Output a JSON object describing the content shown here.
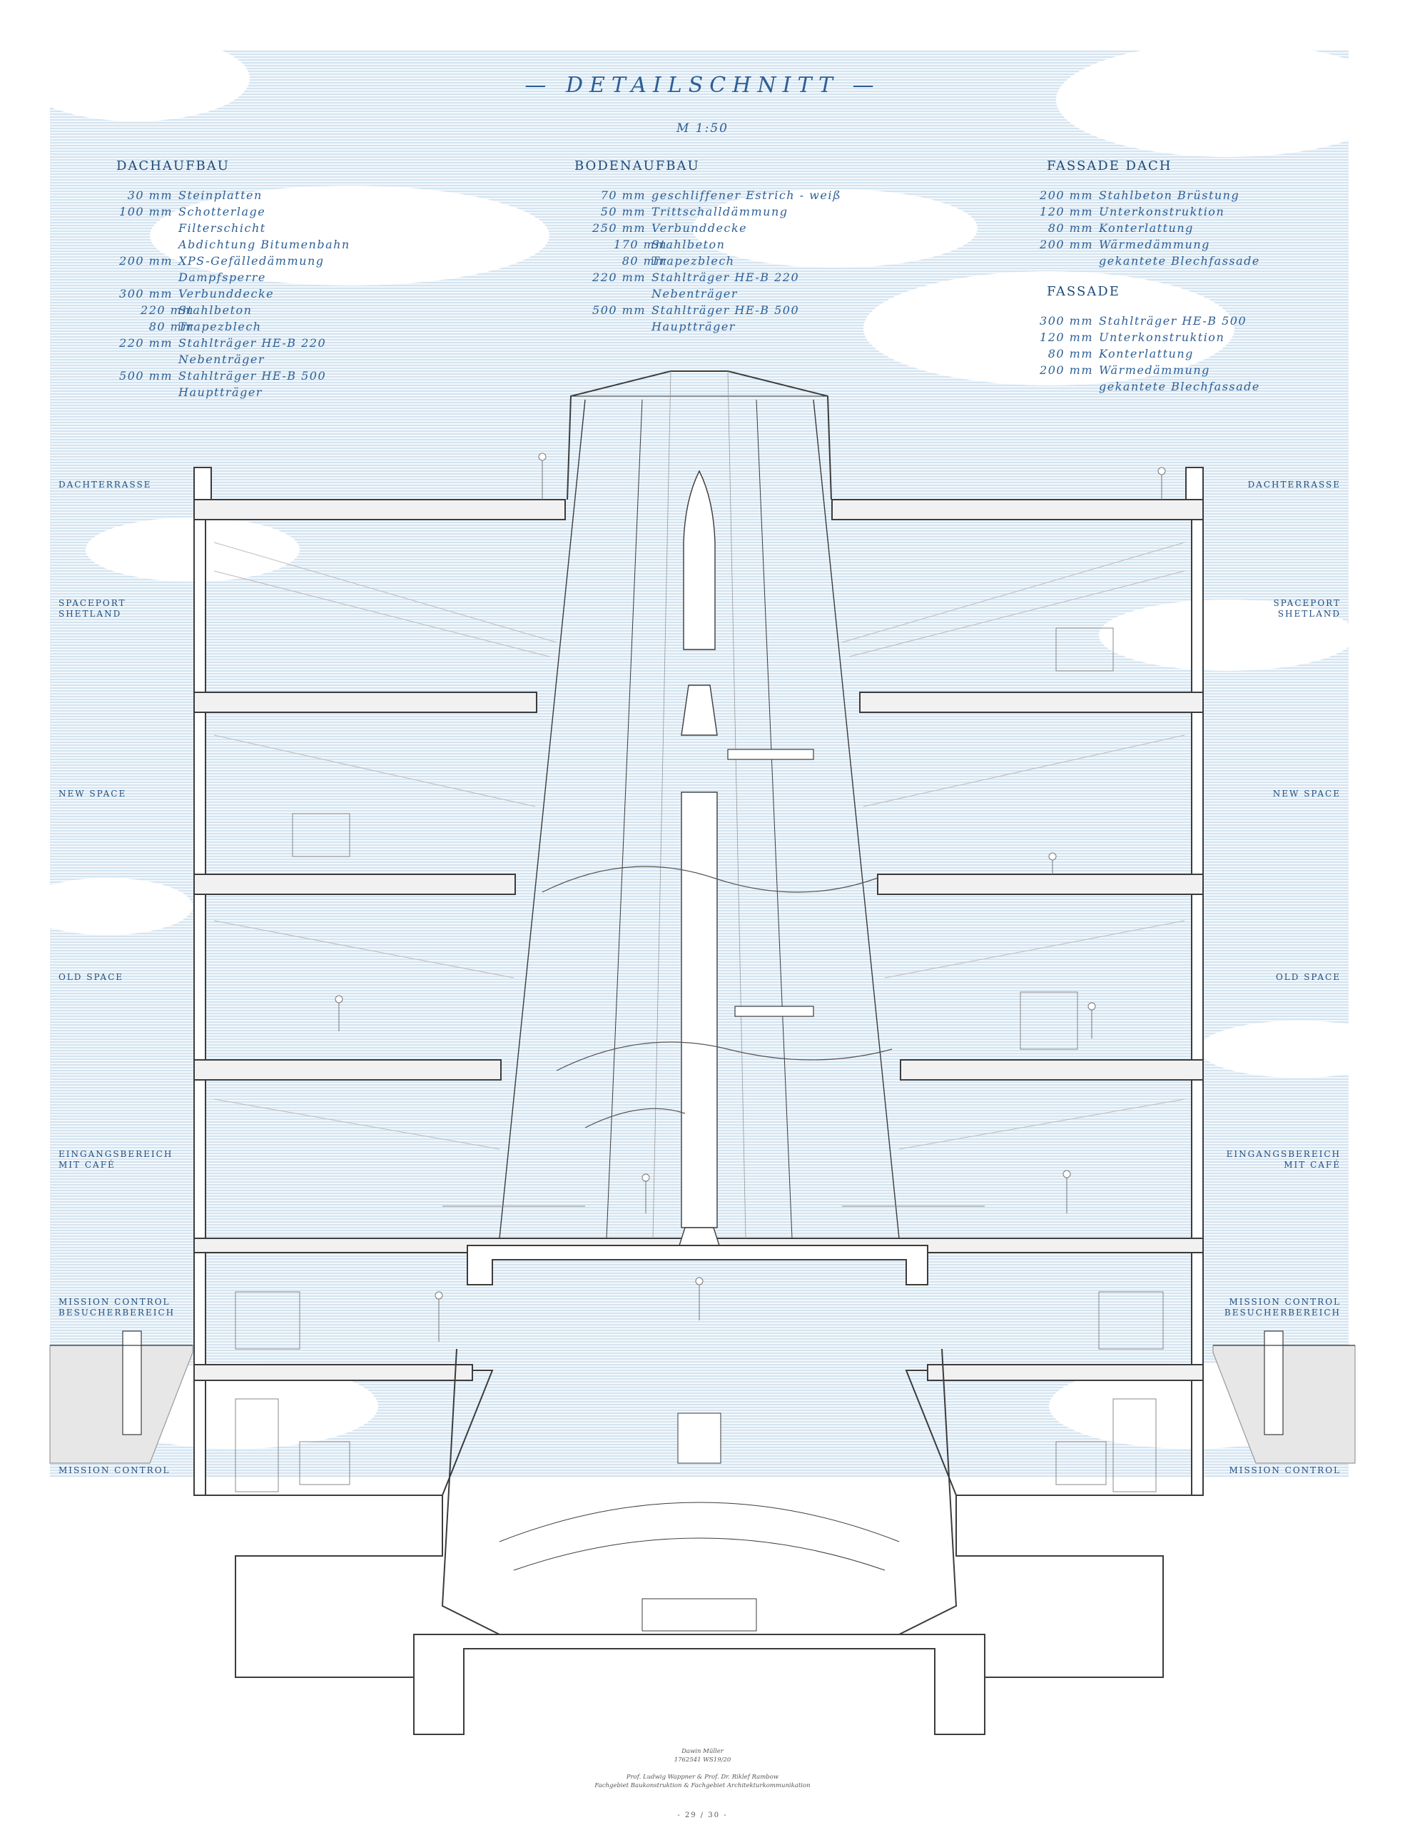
{
  "title": "— DETAILSCHNITT —",
  "scale": "M 1:50",
  "sections": [
    {
      "heading": "DACHAUFBAU",
      "items": [
        {
          "t": "30 mm",
          "d": "Steinplatten"
        },
        {
          "t": "100 mm",
          "d": "Schotterlage"
        },
        {
          "t": "",
          "d": "Filterschicht"
        },
        {
          "t": "",
          "d": "Abdichtung Bitumenbahn"
        },
        {
          "t": "200 mm",
          "d": "XPS-Gefälledämmung"
        },
        {
          "t": "",
          "d": "Dampfsperre"
        },
        {
          "t": "300 mm",
          "d": "Verbunddecke"
        },
        {
          "t": "220 mm",
          "d": "Stahlbeton",
          "indent": true
        },
        {
          "t": "80 mm",
          "d": "Trapezblech",
          "indent": true
        },
        {
          "t": "220 mm",
          "d": "Stahlträger HE-B 220"
        },
        {
          "t": "",
          "d": "Nebenträger"
        },
        {
          "t": "500 mm",
          "d": "Stahlträger HE-B 500"
        },
        {
          "t": "",
          "d": "Hauptträger"
        }
      ]
    },
    {
      "heading": "BODENAUFBAU",
      "items": [
        {
          "t": "70 mm",
          "d": "geschliffener Estrich - weiß"
        },
        {
          "t": "50 mm",
          "d": "Trittschalldämmung"
        },
        {
          "t": "250 mm",
          "d": "Verbunddecke"
        },
        {
          "t": "170 mm",
          "d": "Stahlbeton",
          "indent": true
        },
        {
          "t": "80 mm",
          "d": "Trapezblech",
          "indent": true
        },
        {
          "t": "220 mm",
          "d": "Stahlträger HE-B 220"
        },
        {
          "t": "",
          "d": "Nebenträger"
        },
        {
          "t": "500 mm",
          "d": "Stahlträger HE-B 500"
        },
        {
          "t": "",
          "d": "Hauptträger"
        }
      ]
    },
    {
      "heading": "FASSADE DACH",
      "items": [
        {
          "t": "200 mm",
          "d": "Stahlbeton Brüstung"
        },
        {
          "t": "120 mm",
          "d": "Unterkonstruktion"
        },
        {
          "t": "80 mm",
          "d": "Konterlattung"
        },
        {
          "t": "200 mm",
          "d": "Wärmedämmung"
        },
        {
          "t": "",
          "d": "gekantete Blechfassade"
        }
      ]
    },
    {
      "heading": "FASSADE",
      "items": [
        {
          "t": "300 mm",
          "d": "Stahlträger HE-B 500"
        },
        {
          "t": "120 mm",
          "d": "Unterkonstruktion"
        },
        {
          "t": "80 mm",
          "d": "Konterlattung"
        },
        {
          "t": "200 mm",
          "d": "Wärmedämmung"
        },
        {
          "t": "",
          "d": "gekantete Blechfassade"
        }
      ]
    }
  ],
  "levels": [
    {
      "line1": "DACHTERRASSE",
      "line2": ""
    },
    {
      "line1": "SPACEPORT",
      "line2": "SHETLAND"
    },
    {
      "line1": "NEW SPACE",
      "line2": ""
    },
    {
      "line1": "OLD SPACE",
      "line2": ""
    },
    {
      "line1": "EINGANGSBEREICH",
      "line2": "MIT CAFÉ"
    },
    {
      "line1": "MISSION CONTROL",
      "line2": "BESUCHERBEREICH"
    },
    {
      "line1": "MISSION CONTROL",
      "line2": ""
    }
  ],
  "credits": {
    "author": "Dawin Müller",
    "id": "1762541 WS19/20",
    "professors": "Prof. Ludwig Wappner & Prof. Dr. Riklef Rambow",
    "department": "Fachgebiet Baukonstruktion & Fachgebiet Architekturkommunikation",
    "page": "- 29 / 30 -"
  },
  "colors": {
    "accent": "#2d5f95",
    "sky": "#dde9f4",
    "line": "#3c3c3c"
  }
}
